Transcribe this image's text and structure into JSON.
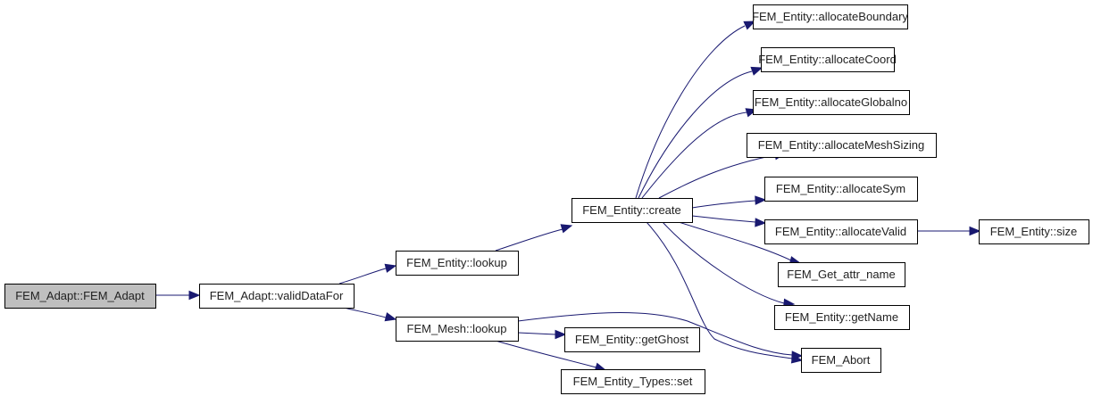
{
  "diagram": {
    "type": "call-graph",
    "colors": {
      "edge": "#191970",
      "root_fill": "#bfbfbf",
      "node_fill": "#ffffff",
      "node_border": "#000000"
    },
    "nodes": [
      {
        "id": "fem_adapt_ctor",
        "label": "FEM_Adapt::FEM_Adapt",
        "root": true
      },
      {
        "id": "valid_data_for",
        "label": "FEM_Adapt::validDataFor"
      },
      {
        "id": "entity_lookup",
        "label": "FEM_Entity::lookup"
      },
      {
        "id": "mesh_lookup",
        "label": "FEM_Mesh::lookup"
      },
      {
        "id": "entity_create",
        "label": "FEM_Entity::create"
      },
      {
        "id": "alloc_boundary",
        "label": "FEM_Entity::allocateBoundary"
      },
      {
        "id": "alloc_coord",
        "label": "FEM_Entity::allocateCoord"
      },
      {
        "id": "alloc_globalno",
        "label": "FEM_Entity::allocateGlobalno"
      },
      {
        "id": "alloc_meshsizing",
        "label": "FEM_Entity::allocateMeshSizing"
      },
      {
        "id": "alloc_sym",
        "label": "FEM_Entity::allocateSym"
      },
      {
        "id": "alloc_valid",
        "label": "FEM_Entity::allocateValid"
      },
      {
        "id": "entity_size",
        "label": "FEM_Entity::size"
      },
      {
        "id": "get_attr_name",
        "label": "FEM_Get_attr_name"
      },
      {
        "id": "get_name",
        "label": "FEM_Entity::getName"
      },
      {
        "id": "fem_abort",
        "label": "FEM_Abort"
      },
      {
        "id": "get_ghost",
        "label": "FEM_Entity::getGhost"
      },
      {
        "id": "types_set",
        "label": "FEM_Entity_Types::set"
      }
    ],
    "edges": [
      {
        "from": "fem_adapt_ctor",
        "to": "valid_data_for"
      },
      {
        "from": "valid_data_for",
        "to": "entity_lookup"
      },
      {
        "from": "valid_data_for",
        "to": "mesh_lookup"
      },
      {
        "from": "entity_lookup",
        "to": "entity_create"
      },
      {
        "from": "entity_create",
        "to": "alloc_boundary"
      },
      {
        "from": "entity_create",
        "to": "alloc_coord"
      },
      {
        "from": "entity_create",
        "to": "alloc_globalno"
      },
      {
        "from": "entity_create",
        "to": "alloc_meshsizing"
      },
      {
        "from": "entity_create",
        "to": "alloc_sym"
      },
      {
        "from": "entity_create",
        "to": "alloc_valid"
      },
      {
        "from": "entity_create",
        "to": "get_attr_name"
      },
      {
        "from": "entity_create",
        "to": "get_name"
      },
      {
        "from": "entity_create",
        "to": "fem_abort"
      },
      {
        "from": "alloc_valid",
        "to": "entity_size"
      },
      {
        "from": "mesh_lookup",
        "to": "fem_abort"
      },
      {
        "from": "mesh_lookup",
        "to": "get_ghost"
      },
      {
        "from": "mesh_lookup",
        "to": "types_set"
      }
    ]
  }
}
